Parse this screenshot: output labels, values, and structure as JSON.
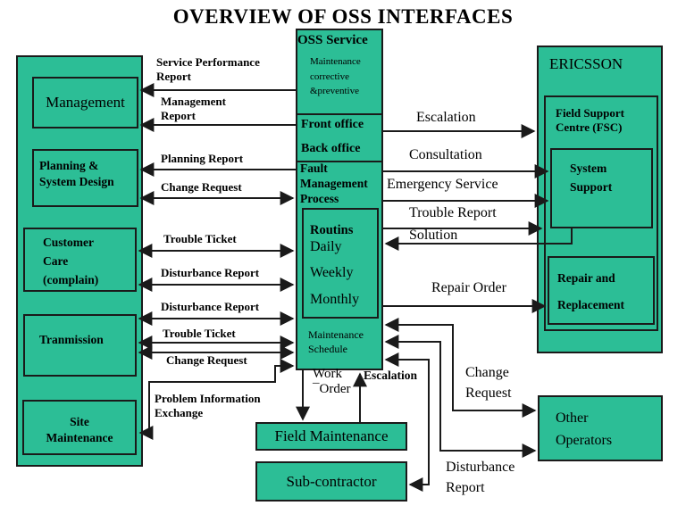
{
  "title": "OVERVIEW OF OSS INTERFACES",
  "colors": {
    "box_green": "#2CBE96",
    "line": "#1a1a1a",
    "background": "#FFFFFF"
  },
  "boxes": {
    "management": "Management",
    "planning": "Planning &\nSystem Design",
    "customer_care": "Customer\nCare\n(complain)",
    "tranmission": "Tranmission",
    "site_maintenance": "Site\nMaintenance",
    "oss": {
      "title": "OSS Service",
      "maintenance": "Maintenance\ncorrective\n&preventive",
      "front_office": "Front office",
      "back_office": "Back office",
      "fault_mgmt": "Fault\nManagement\nProcess",
      "routins": "Routins",
      "daily": "Daily",
      "weekly": "Weekly",
      "monthly": "Monthly",
      "maintenance_schedule": "Maintenance\nSchedule"
    },
    "ericsson": "ERICSSON",
    "fsc": "Field Support\nCentre (FSC)",
    "system_support": "System\nSupport",
    "repair_replacement": "Repair and\nReplacement",
    "other_operators": "Other\nOperators",
    "field_maintenance": "Field Maintenance",
    "sub_contractor": "Sub-contractor"
  },
  "connector_labels": {
    "service_performance_report": "Service Performance\nReport",
    "management_report": "Management\nReport",
    "planning_report": "Planning Report",
    "change_request_planning": "Change Request",
    "trouble_ticket_cc": "Trouble Ticket",
    "disturbance_report_cc": "Disturbance Report",
    "disturbance_report_tx": "Disturbance Report",
    "trouble_ticket_tx": "Trouble Ticket",
    "change_request_tx": "Change Request",
    "problem_information_exchange": "Problem Information\nExchange",
    "escalation_fsc": "Escalation",
    "consultation": "Consultation",
    "emergency_service": "Emergency Service",
    "trouble_report": "Trouble Report",
    "solution": "Solution",
    "repair_order": "Repair Order",
    "change_request_oo": "Change\nRequest",
    "disturbance_report_oo": "Disturbance\nReport",
    "work_order": "Work\n¯Order",
    "escalation_fm": "Escalation"
  }
}
